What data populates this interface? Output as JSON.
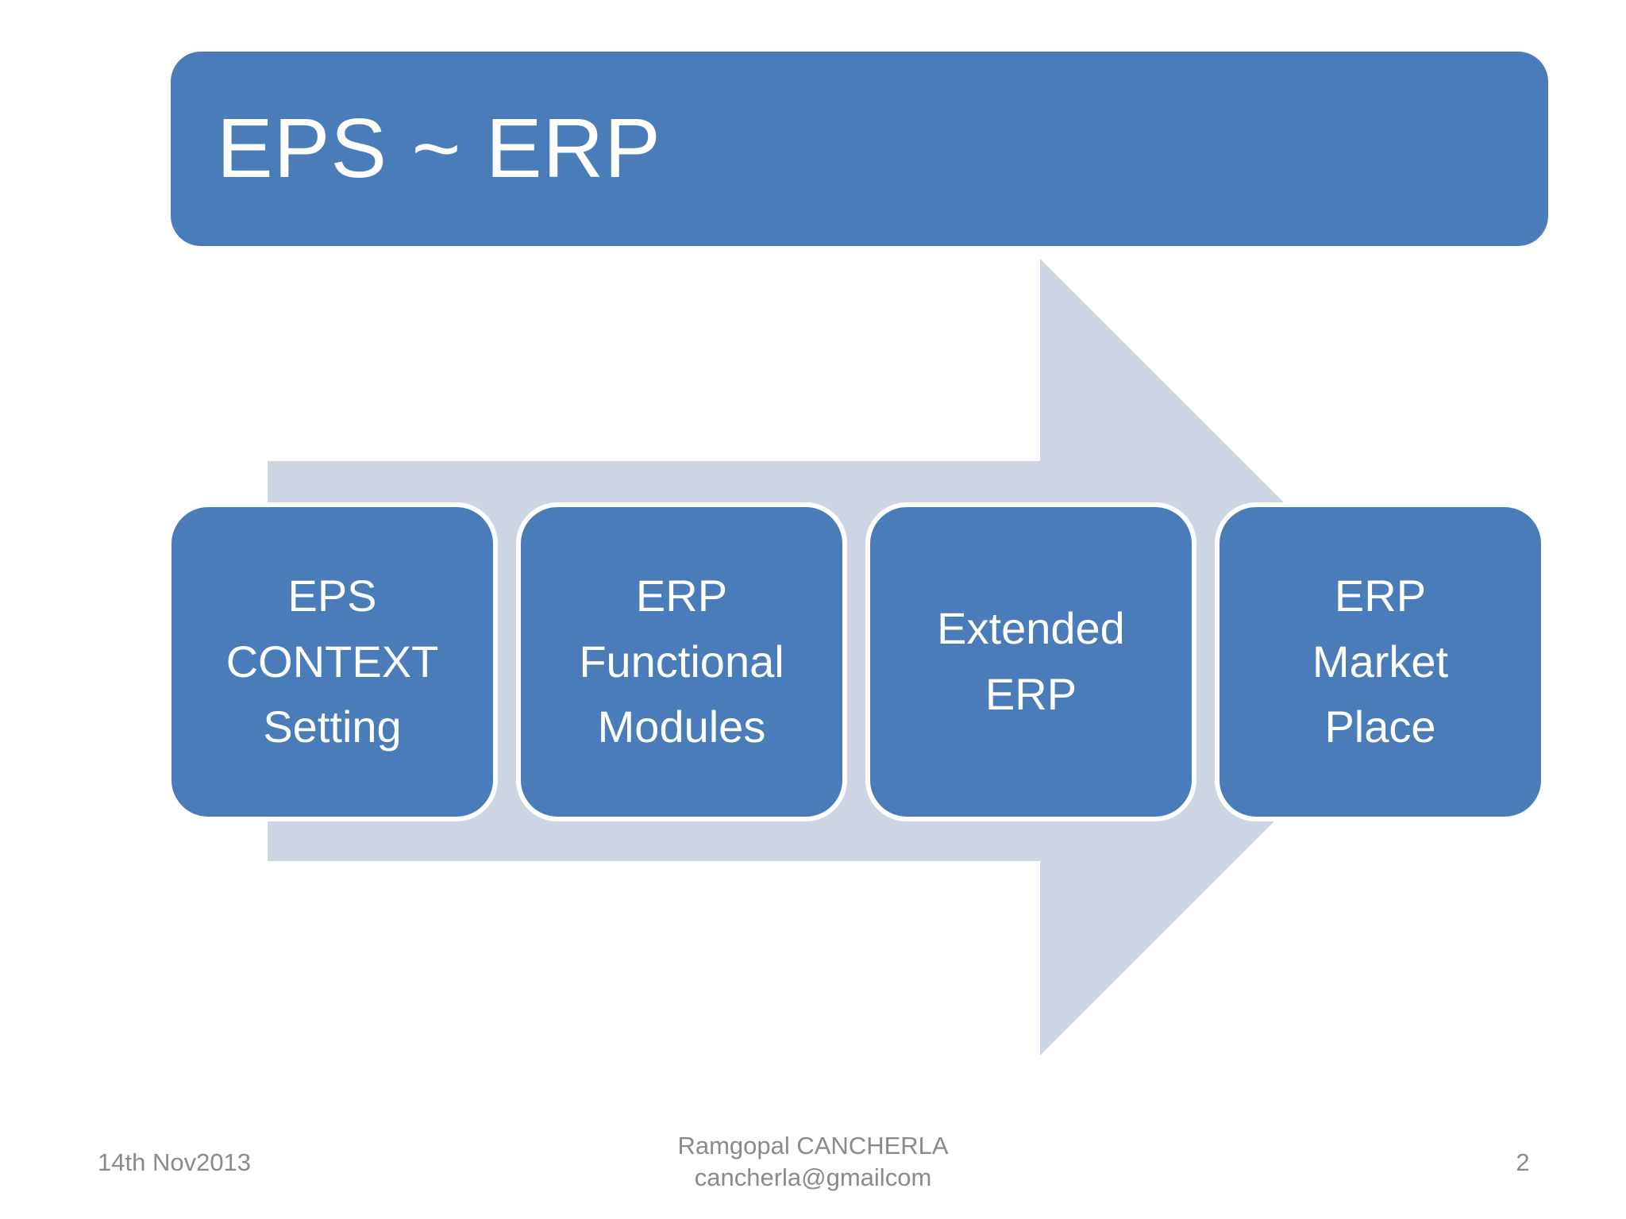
{
  "slide": {
    "title": "EPS ~ ERP",
    "process_boxes": [
      {
        "label": "EPS\nCONTEXT\nSetting"
      },
      {
        "label": "ERP\nFunctional\nModules"
      },
      {
        "label": "Extended\nERP"
      },
      {
        "label": "ERP\nMarket\nPlace"
      }
    ],
    "footer": {
      "date": "14th Nov2013",
      "author_line1": "Ramgopal CANCHERLA",
      "author_line2": "cancherla@gmailcom",
      "page_number": "2"
    }
  },
  "colors": {
    "accent-blue": "#4b7cba",
    "arrow-light": "#cdd5e4",
    "footer-gray": "#8a8a8a",
    "text-white": "#ffffff",
    "background": "#ffffff"
  }
}
